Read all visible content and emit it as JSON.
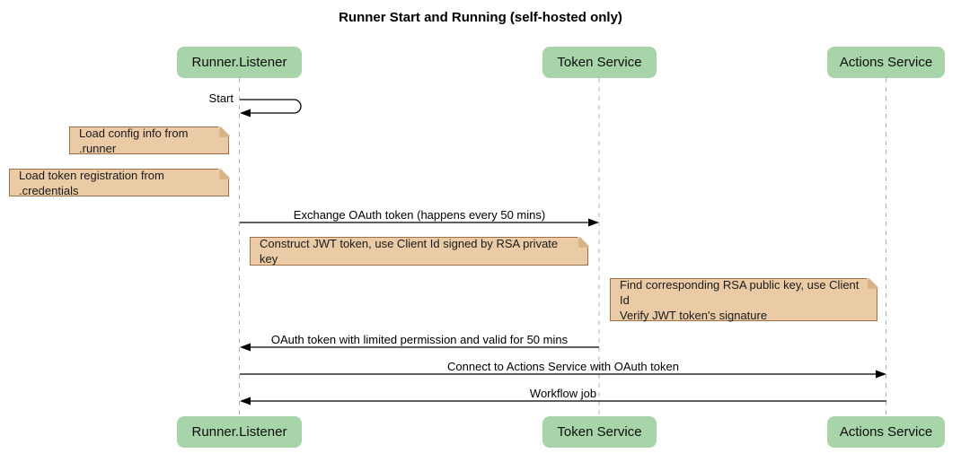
{
  "title": "Runner Start and Running (self-hosted only)",
  "participants": [
    {
      "name": "Runner.Listener"
    },
    {
      "name": "Token Service"
    },
    {
      "name": "Actions Service"
    }
  ],
  "messages": {
    "start": "Start",
    "exchange": "Exchange OAuth token (happens every 50 mins)",
    "oauth_back": "OAuth token with limited permission and valid for 50 mins",
    "connect": "Connect to Actions Service with OAuth token",
    "workflow": "Workflow job"
  },
  "notes": {
    "load_config": "Load config info from .runner",
    "load_credentials": "Load token registration from .credentials",
    "construct_jwt": "Construct JWT token, use Client Id signed by RSA private key",
    "verify_jwt": "Find corresponding RSA public key, use Client Id\nVerify JWT token's signature"
  },
  "colors": {
    "participant_fill": "#a7d5a9",
    "note_fill": "#eacba6",
    "note_border": "#9c7049",
    "note_fold": "#d9b286",
    "lifeline": "#b3b3b3",
    "arrow": "#000000",
    "text": "#111111"
  }
}
